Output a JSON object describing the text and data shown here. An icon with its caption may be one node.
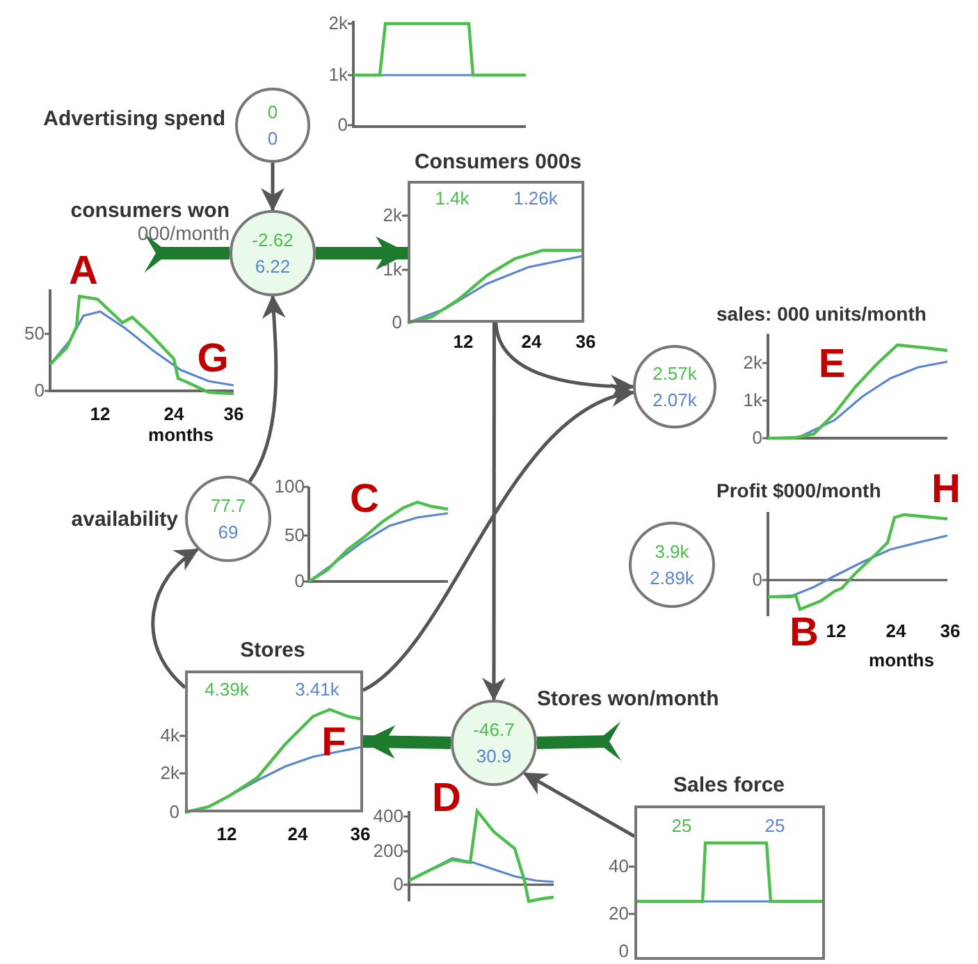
{
  "diagram": {
    "nodes": [
      {
        "text": [
          "Advertising spend",
          "0",
          "0"
        ]
      },
      {
        "text": [
          "consumers won",
          "000/month",
          "-2.62",
          "6.22"
        ]
      },
      {
        "text": [
          "Consumers 000s",
          "1.4k",
          "1.26k"
        ]
      },
      {
        "text": [
          "2.57k",
          "2.07k"
        ]
      },
      {
        "text": [
          "3.9k",
          "2.89k"
        ]
      },
      {
        "text": [
          "availability",
          "77.7",
          "69"
        ]
      },
      {
        "text": [
          "Stores",
          "4.39k",
          "3.41k"
        ]
      },
      {
        "text": [
          "Stores won/month",
          "-46.7",
          "30.9"
        ]
      },
      {
        "text": [
          "Sales force",
          "25",
          "25"
        ]
      }
    ],
    "edges": [
      {
        "from": null,
        "to": 1,
        "arrow": "other",
        "style": "thick",
        "color": "#1e7b2e"
      },
      {
        "from": 1,
        "to": 2,
        "arrow": "to",
        "style": "thick",
        "color": "#1e7b2e"
      },
      {
        "from": 0,
        "to": 1,
        "arrow": "to"
      },
      {
        "from": 5,
        "to": 1,
        "arrow": "to"
      },
      {
        "from": 2,
        "to": 3,
        "arrow": "to"
      },
      {
        "from": 6,
        "to": 3,
        "arrow": "to"
      },
      {
        "from": 2,
        "to": 7,
        "arrow": "to"
      },
      {
        "from": null,
        "to": 7,
        "arrow": "other",
        "style": "thick",
        "color": "#1e7b2e"
      },
      {
        "from": 7,
        "to": 6,
        "arrow": "to",
        "style": "thick",
        "color": "#1e7b2e"
      },
      {
        "from": 6,
        "to": 5,
        "arrow": "to"
      },
      {
        "from": 8,
        "to": 7,
        "arrow": "to"
      }
    ],
    "labels": [
      "2k",
      "1k",
      "0",
      "A",
      "2k",
      "1k",
      "0",
      "50",
      "0",
      "G",
      "sales: 000 units/month",
      "E",
      "2k",
      "1k",
      "0",
      "12",
      "24",
      "36",
      "12",
      "24",
      "36",
      "months",
      "100",
      "C",
      "50",
      "0",
      "Profit $000/month",
      "H",
      "0",
      "B",
      "12",
      "24",
      "36",
      "months",
      "4k",
      "F",
      "2k",
      "0",
      "12",
      "24",
      "36",
      "400",
      "D",
      "200",
      "0",
      "40",
      "20",
      "0"
    ]
  }
}
